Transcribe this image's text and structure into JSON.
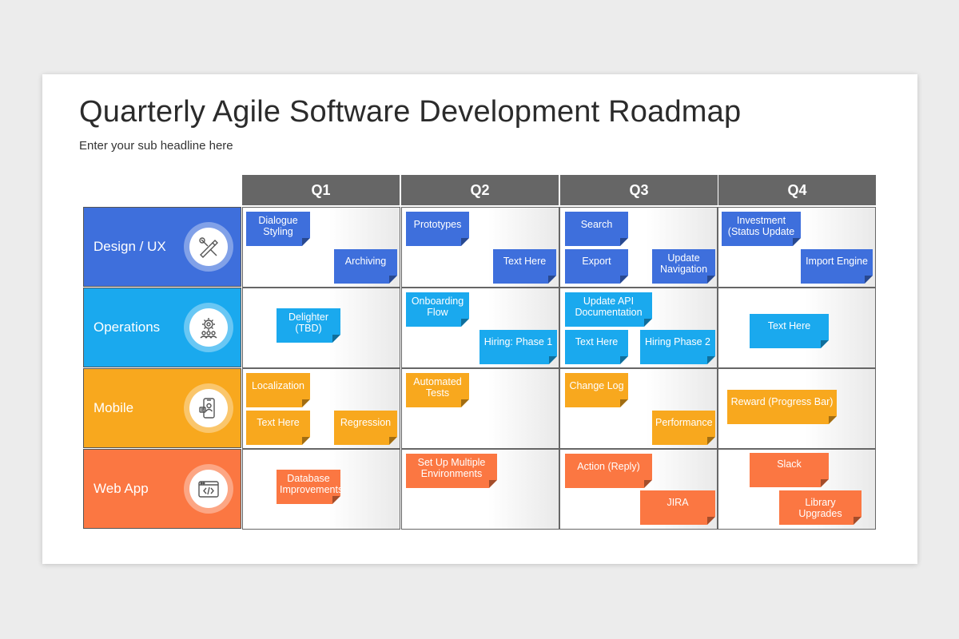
{
  "title": "Quarterly Agile Software Development Roadmap",
  "subtitle": "Enter your sub headline here",
  "quarters": [
    "Q1",
    "Q2",
    "Q3",
    "Q4"
  ],
  "colors": {
    "design": "#3e6fdc",
    "operations": "#1aa9ee",
    "mobile": "#f8a81e",
    "webapp": "#fb7742",
    "header": "#666666"
  },
  "rows": [
    {
      "label": "Design / UX",
      "icon": "design-tools-icon"
    },
    {
      "label": "Operations",
      "icon": "gear-team-icon"
    },
    {
      "label": "Mobile",
      "icon": "mobile-user-icon"
    },
    {
      "label": "Web App",
      "icon": "code-window-icon"
    }
  ],
  "notes": {
    "design": {
      "dialogue": "Dialogue Styling",
      "archiving": "Archiving",
      "prototypes": "Prototypes",
      "texthere": "Text Here",
      "search": "Search",
      "export": "Export",
      "updatenav": "Update Navigation",
      "investment": "Investment (Status Update",
      "importengine": "Import Engine"
    },
    "operations": {
      "delighter": "Delighter (TBD)",
      "onboarding": "Onboarding Flow",
      "hiring1": "Hiring: Phase 1",
      "updateapi": "Update API Documentation",
      "texthere": "Text Here",
      "hiring2": "Hiring Phase 2",
      "texthere2": "Text Here"
    },
    "mobile": {
      "localization": "Localization",
      "texthere": "Text Here",
      "regression": "Regression",
      "automated": "Automated Tests",
      "changelog": "Change Log",
      "performance": "Performance",
      "reward": "Reward (Progress Bar)"
    },
    "webapp": {
      "database": "Database Improvements",
      "setup": "Set Up Multiple Environments",
      "action": "Action (Reply)",
      "jira": "JIRA",
      "slack": "Slack",
      "library": "Library Upgrades"
    }
  }
}
